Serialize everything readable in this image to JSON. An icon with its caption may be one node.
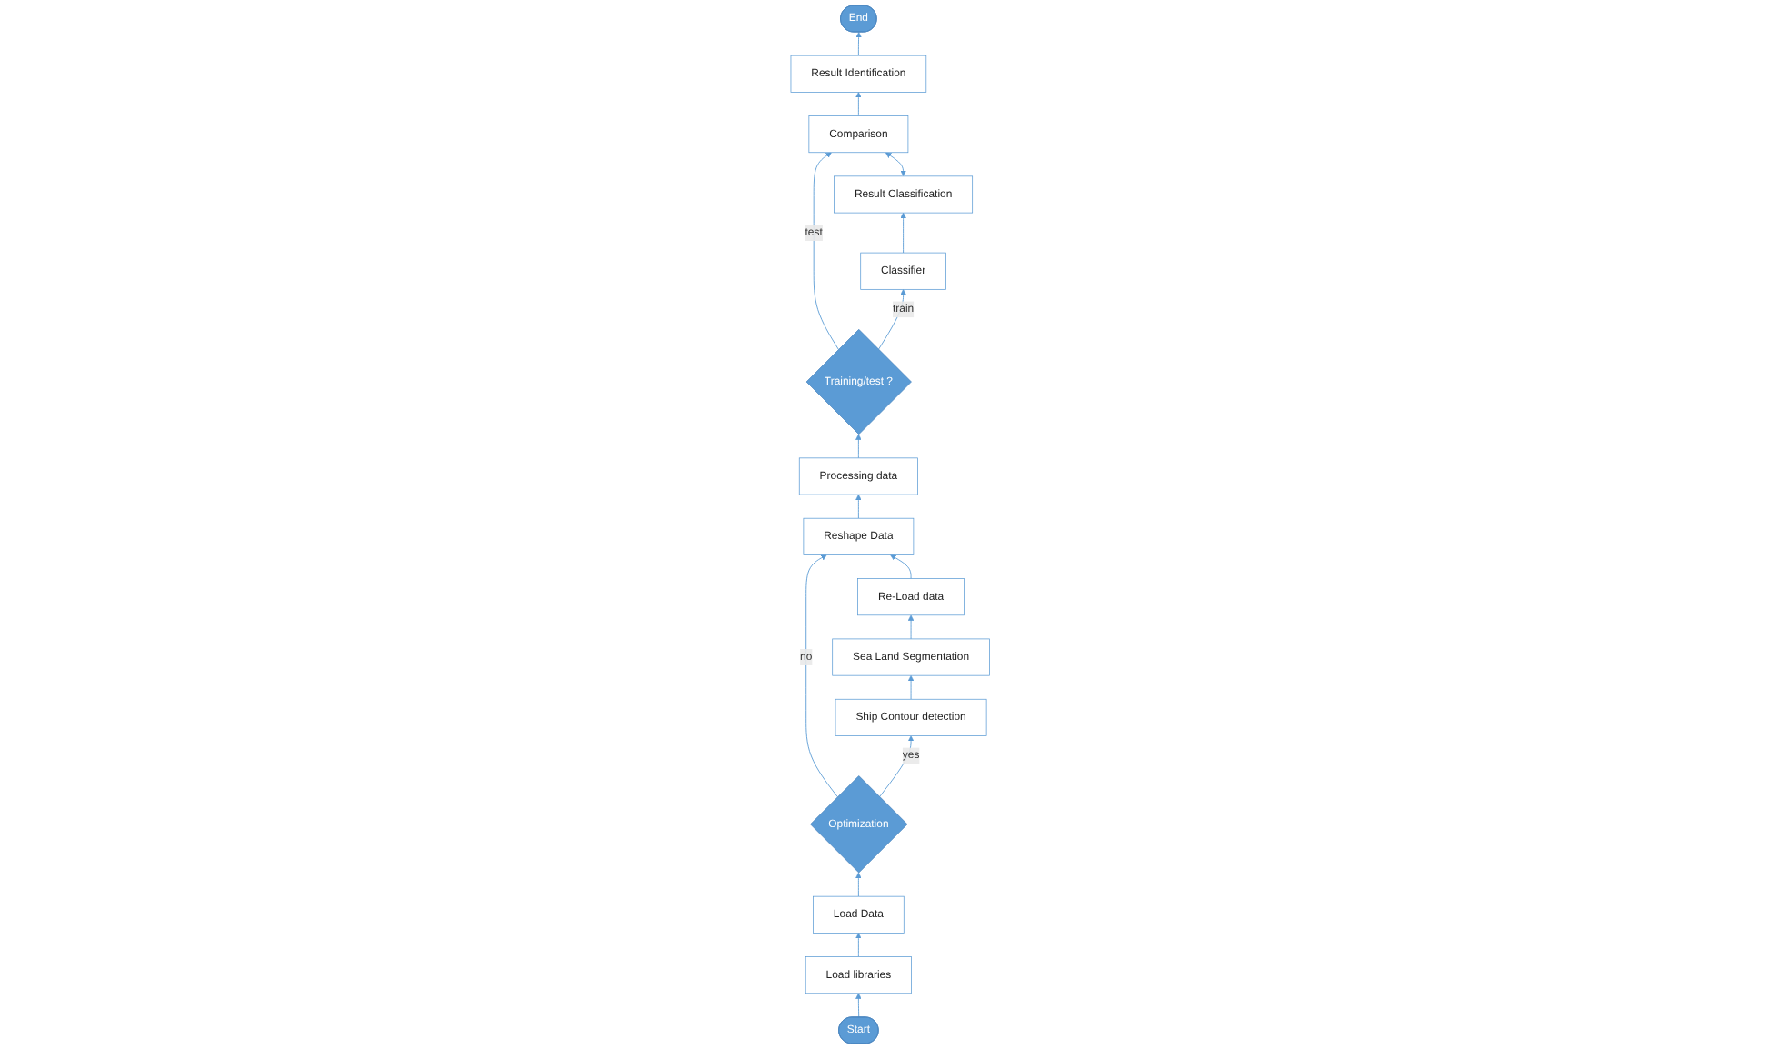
{
  "diagram": {
    "nodes": [
      {
        "text": [
          "Start"
        ]
      },
      {
        "text": [
          "Load libraries"
        ]
      },
      {
        "text": [
          "Load Data"
        ]
      },
      {
        "text": [
          "Optimization"
        ]
      },
      {
        "text": [
          "Reshape Data"
        ]
      },
      {
        "text": [
          "Processing data"
        ]
      },
      {
        "text": [
          "Training/test ?"
        ]
      },
      {
        "text": [
          "Classifier"
        ]
      },
      {
        "text": [
          "Result Classification"
        ]
      },
      {
        "text": [
          "Re-Load data"
        ]
      },
      {
        "text": [
          "Ship Contour detection"
        ]
      },
      {
        "text": [
          "Sea Land Segmentation"
        ]
      },
      {
        "text": [
          "Comparison"
        ]
      },
      {
        "text": [
          "Result Identification"
        ]
      },
      {
        "text": [
          "End"
        ]
      }
    ],
    "edges": [
      {
        "from": 0,
        "to": 1,
        "arrow": "to"
      },
      {
        "from": 1,
        "to": 2,
        "arrow": "to"
      },
      {
        "from": 2,
        "to": 3,
        "arrow": "to"
      },
      {
        "from": 3,
        "to": 4,
        "arrow": "to",
        "label": "no"
      },
      {
        "from": 3,
        "to": 10,
        "arrow": "to",
        "label": "yes"
      },
      {
        "from": 4,
        "to": 5,
        "arrow": "to"
      },
      {
        "from": 5,
        "to": 6,
        "arrow": "to"
      },
      {
        "from": 6,
        "to": 7,
        "arrow": "to",
        "label": "train"
      },
      {
        "from": 6,
        "to": 12,
        "arrow": "to",
        "label": "test"
      },
      {
        "from": 7,
        "to": 8,
        "arrow": "to"
      },
      {
        "from": 8,
        "to": 12,
        "arrow": "both"
      },
      {
        "from": 10,
        "to": 11,
        "arrow": "to"
      },
      {
        "from": 11,
        "to": 9,
        "arrow": "to"
      },
      {
        "from": 9,
        "to": 4,
        "arrow": "to"
      },
      {
        "from": 12,
        "to": 13,
        "arrow": "to"
      },
      {
        "from": 13,
        "to": 14,
        "arrow": "to"
      }
    ]
  }
}
